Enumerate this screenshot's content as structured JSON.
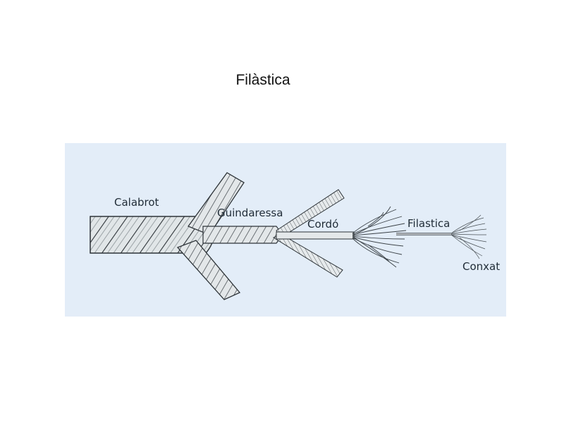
{
  "title": "Filàstica",
  "diagram": {
    "background_color": "#e3edf8",
    "rope_color": "#dfe4e6",
    "rope_outline_color": "#2d3338",
    "labels": {
      "calabrot": "Calabrot",
      "guindaressa": "Guindaressa",
      "cordo": "Cordó",
      "filastica": "Filastica",
      "conxat": "Conxat"
    }
  }
}
